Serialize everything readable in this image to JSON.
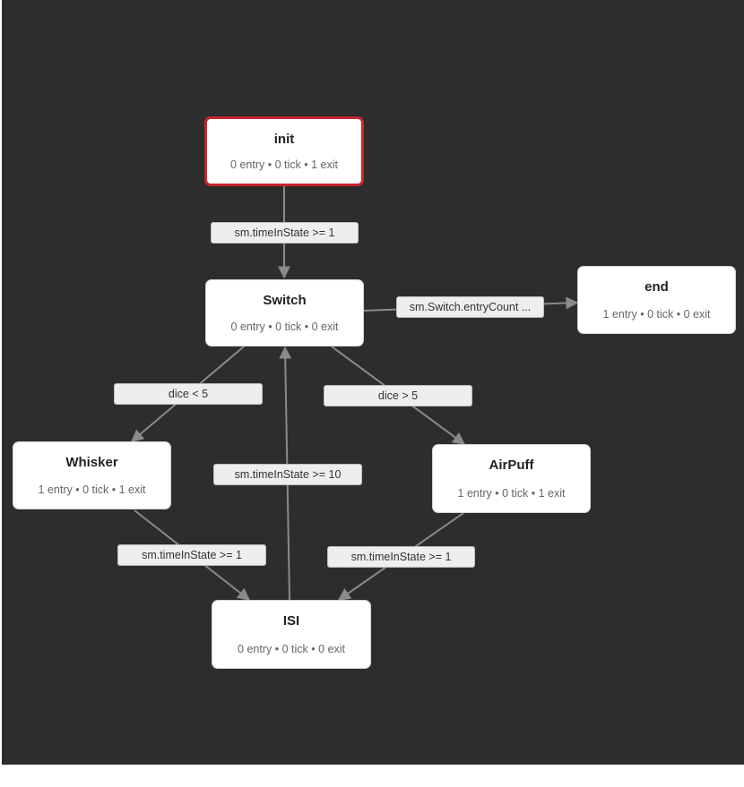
{
  "states": {
    "init": {
      "title": "init",
      "stats": "0 entry • 0 tick • 1 exit"
    },
    "switch": {
      "title": "Switch",
      "stats": "0 entry • 0 tick • 0 exit"
    },
    "end": {
      "title": "end",
      "stats": "1 entry • 0 tick • 0 exit"
    },
    "whisker": {
      "title": "Whisker",
      "stats": "1 entry • 0 tick • 1 exit"
    },
    "airpuff": {
      "title": "AirPuff",
      "stats": "1 entry • 0 tick • 1 exit"
    },
    "isi": {
      "title": "ISI",
      "stats": "0 entry • 0 tick • 0 exit"
    }
  },
  "transitions": {
    "init_switch": "sm.timeInState >= 1",
    "switch_end": "sm.Switch.entryCount ...",
    "switch_whisker": "dice < 5",
    "switch_airpuff": "dice > 5",
    "isi_switch": "sm.timeInState >= 10",
    "whisker_isi": "sm.timeInState >= 1",
    "airpuff_isi": "sm.timeInState >= 1"
  },
  "active_state": "init",
  "colors": {
    "background": "#2d2d2d",
    "node": "#ffffff",
    "active_border": "#c8262f",
    "edge": "#8a8a8a"
  }
}
